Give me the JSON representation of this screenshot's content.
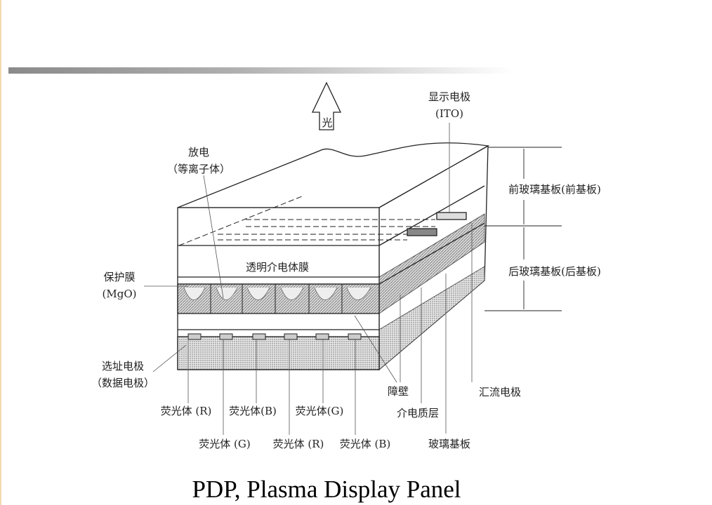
{
  "title": "PDP, Plasma Display Panel",
  "labels": {
    "light": "光",
    "display_electrode": "显示电极",
    "ito": "(ITO)",
    "discharge": "放电",
    "plasma": "（等离子体）",
    "front_substrate": "前玻璃基板(前基板)",
    "rear_substrate": "后玻璃基板(后基板)",
    "transparent_dielectric": "透明介电体膜",
    "protective_film": "保护膜",
    "mgo": "(MgO)",
    "address_electrode": "选址电极",
    "data_electrode": "（数据电极）",
    "barrier": "障壁",
    "bus_electrode": "汇流电极",
    "dielectric_layer": "介电质层",
    "glass_substrate": "玻璃基板",
    "phosphor_r1": "荧光体 (R)",
    "phosphor_b1": "荧光体(B)",
    "phosphor_g1": "荧光体(G)",
    "phosphor_g2": "荧光体 (G)",
    "phosphor_r2": "荧光体 (R)",
    "phosphor_b2": "荧光体 (B)"
  }
}
